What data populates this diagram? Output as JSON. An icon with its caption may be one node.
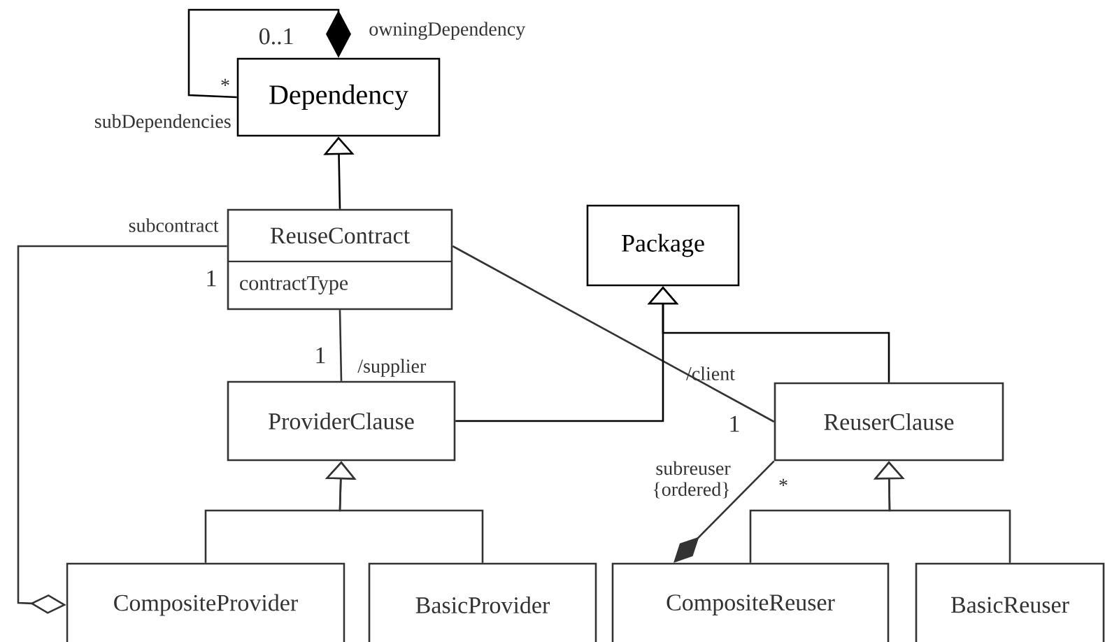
{
  "diagram": {
    "nodes": [
      {
        "text": [
          "Dependency"
        ]
      },
      {
        "text": [
          "ReuseContract",
          "contractType"
        ]
      },
      {
        "text": [
          "Package"
        ]
      },
      {
        "text": [
          "ProviderClause"
        ]
      },
      {
        "text": [
          "ReuserClause"
        ]
      },
      {
        "text": [
          "CompositeProvider"
        ]
      },
      {
        "text": [
          "BasicProvider"
        ]
      },
      {
        "text": [
          "CompositeReuser"
        ]
      },
      {
        "text": [
          "BasicReuser"
        ]
      }
    ],
    "edges": [
      {
        "from": 0,
        "to": 0,
        "arrow": "other"
      },
      {
        "from": 1,
        "to": 0,
        "arrow": "to"
      },
      {
        "from": 5,
        "to": 1,
        "arrow": "other"
      },
      {
        "from": 1,
        "to": 3,
        "arrow": "none"
      },
      {
        "from": 1,
        "to": 4,
        "arrow": "none"
      },
      {
        "from": 3,
        "to": 2,
        "arrow": "to"
      },
      {
        "from": 4,
        "to": 2,
        "arrow": "to"
      },
      {
        "from": 5,
        "to": 3,
        "arrow": "to"
      },
      {
        "from": 6,
        "to": 3,
        "arrow": "to"
      },
      {
        "from": 7,
        "to": 4,
        "arrow": "other"
      },
      {
        "from": 7,
        "to": 4,
        "arrow": "to"
      },
      {
        "from": 8,
        "to": 4,
        "arrow": "to"
      }
    ],
    "labels": [
      "0..1",
      "owningDependency",
      "*",
      "subDependencies",
      "subcontract",
      "1",
      "1",
      "/supplier",
      "/client",
      "1",
      "subreuser {ordered}",
      "*"
    ]
  }
}
